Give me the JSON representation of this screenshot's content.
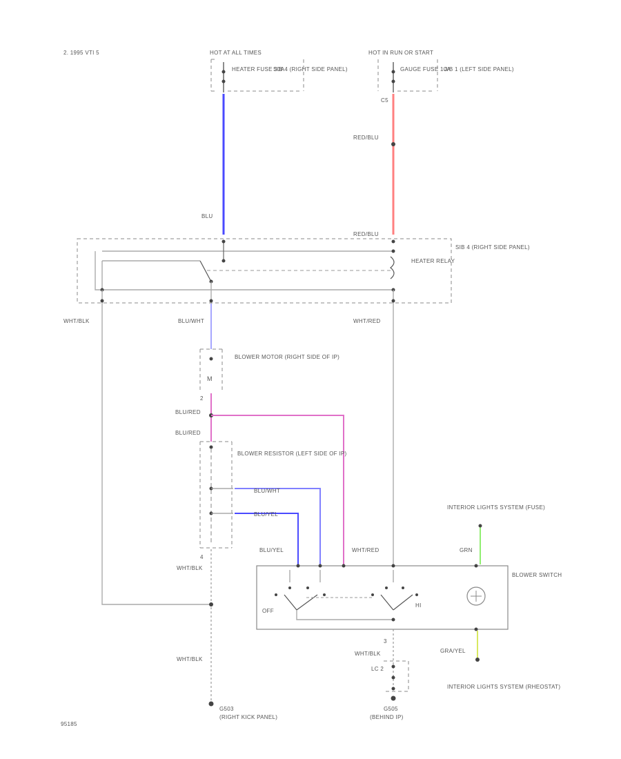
{
  "diagram": {
    "header": "2. 1995 VTI 5",
    "footer_code": "95185",
    "fuse_left": {
      "title": "HOT AT ALL TIMES",
      "fuse_label": "HEATER FUSE 30A",
      "box_label": "SIB 4 (RIGHT SIDE PANEL)"
    },
    "fuse_right": {
      "title": "HOT IN RUN OR START",
      "fuse_label": "GAUGE FUSE 10A",
      "box_label": "J/B 1 (LEFT SIDE PANEL)",
      "connector": "C5"
    },
    "wires": {
      "blu": "BLU",
      "red_blu": "RED/BLU",
      "wht_blk_left": "WHT/BLK",
      "blu_wht": "BLU/WHT",
      "wht_red": "WHT/RED",
      "blu_red_1": "BLU/RED",
      "blu_red_2": "BLU/RED",
      "blu_wht_2": "BLU/WHT",
      "blu_yel_1": "BLU/YEL",
      "blu_yel_2": "BLU/YEL",
      "wht_red_2": "WHT/RED",
      "grn": "GRN",
      "wht_blk_2": "WHT/BLK",
      "wht_blk_3": "WHT/BLK",
      "wht_blk_4": "WHT/BLK",
      "gra_yel": "GRA/YEL"
    },
    "heater_relay": {
      "label": "HEATER RELAY",
      "location": "SIB 4 (RIGHT SIDE PANEL)"
    },
    "blower_motor": {
      "label": "BLOWER MOTOR (RIGHT SIDE OF IP)"
    },
    "blower_resistor": {
      "label": "BLOWER RESISTOR (LEFT SIDE OF IP)"
    },
    "blower_switch": {
      "label": "BLOWER SWITCH",
      "off_label": "OFF",
      "hi_label": "HI"
    },
    "interior_lights_top": "INTERIOR LIGHTS SYSTEM (FUSE)",
    "interior_lights_bottom": "INTERIOR LIGHTS SYSTEM (RHEOSTAT)",
    "lc_label": "LC 2",
    "ground_left": {
      "id": "G503",
      "location": "(RIGHT KICK PANEL)"
    },
    "ground_right": {
      "id": "G505",
      "location": "(BEHIND IP)"
    },
    "colors": {
      "blu_wire": "#4a4aff",
      "red_wire": "#ff8080",
      "pink_wire": "#e070c8",
      "blue_light": "#8080ff",
      "green_wire": "#90ee70",
      "yellow_wire": "#d8e860",
      "grey_wire": "#aaaaaa"
    }
  }
}
